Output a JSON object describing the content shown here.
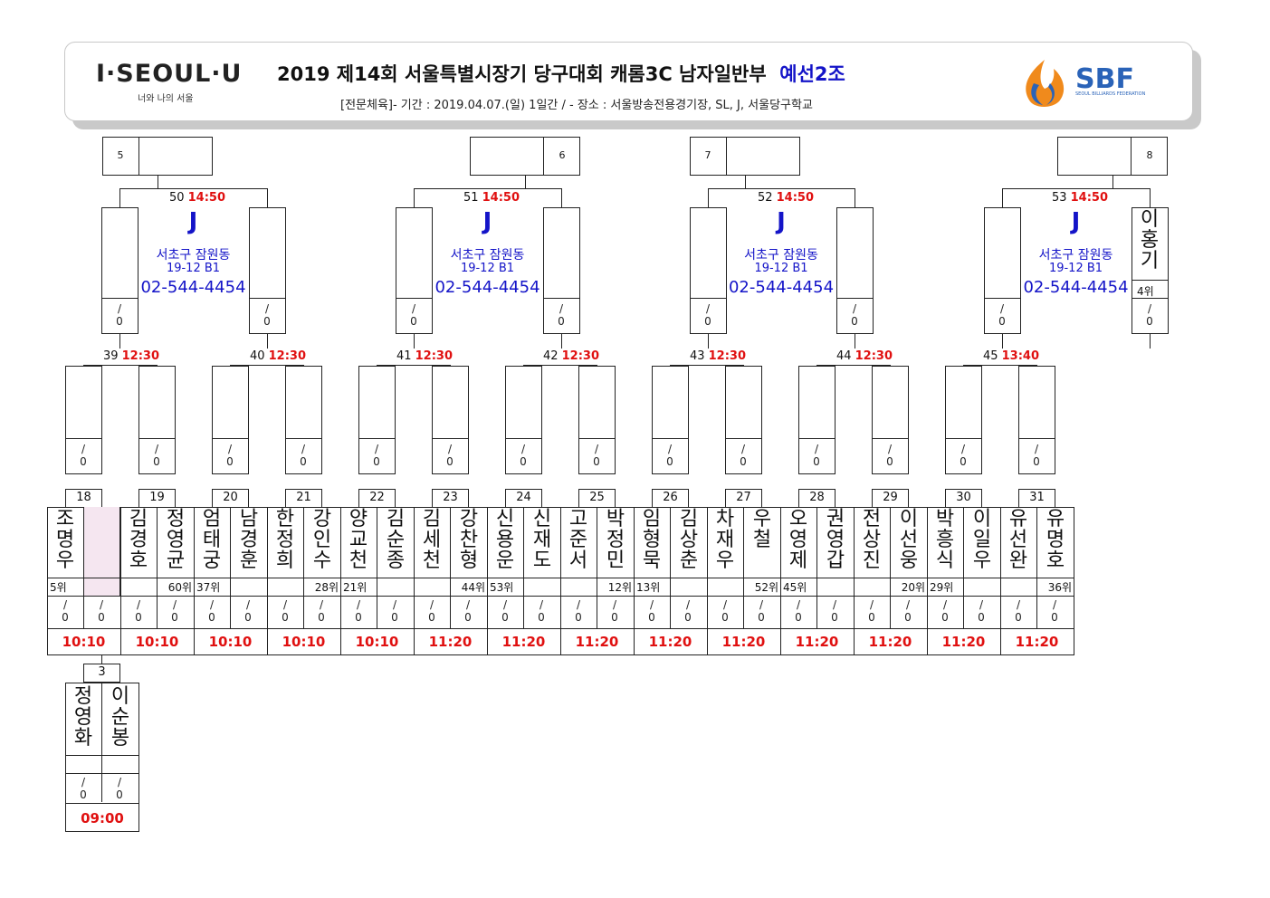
{
  "header": {
    "logo_left": "I·SEOUL·U",
    "logo_sub": "너와 나의 서울",
    "title_main": "2019  제14회  서울특별시장기  당구대회  캐롬3C  남자일반부",
    "title_group": "예선2조",
    "subinfo": "[전문체육]- 기간 : 2019.04.07.(일) 1일간 / - 장소 : 서울방송전용경기장, SL, J, 서울당구학교",
    "logo_right": "SBF",
    "logo_right_sub": "SEOUL BILLIARDS FEDERATION"
  },
  "venue": {
    "code": "J",
    "addr1": "서초구 잠원동",
    "addr2": "19-12 B1",
    "phone": "02-544-4454"
  },
  "score_text": "/ 0",
  "top_seeds": [
    "5",
    "6",
    "7",
    "8"
  ],
  "top_seed_8_player": "이홍기",
  "top_seed_8_rank": "4위",
  "round3": [
    {
      "num": "50",
      "time": "14:50"
    },
    {
      "num": "51",
      "time": "14:50"
    },
    {
      "num": "52",
      "time": "14:50"
    },
    {
      "num": "53",
      "time": "14:50"
    }
  ],
  "round2": [
    {
      "num": "39",
      "time": "12:30"
    },
    {
      "num": "40",
      "time": "12:30"
    },
    {
      "num": "41",
      "time": "12:30"
    },
    {
      "num": "42",
      "time": "12:30"
    },
    {
      "num": "43",
      "time": "12:30"
    },
    {
      "num": "44",
      "time": "12:30"
    },
    {
      "num": "45",
      "time": "13:40"
    }
  ],
  "round1": [
    {
      "num": "18",
      "p1": "조명우",
      "p2": "",
      "r1": "5위",
      "r2": "",
      "time": "10:10"
    },
    {
      "num": "19",
      "p1": "김경호",
      "p2": "정영균",
      "r1": "",
      "r2": "60위",
      "time": "10:10"
    },
    {
      "num": "20",
      "p1": "엄태궁",
      "p2": "남경훈",
      "r1": "37위",
      "r2": "",
      "time": "10:10"
    },
    {
      "num": "21",
      "p1": "한정희",
      "p2": "강인수",
      "r1": "",
      "r2": "28위",
      "time": "10:10"
    },
    {
      "num": "22",
      "p1": "양교천",
      "p2": "김순종",
      "r1": "21위",
      "r2": "",
      "time": "10:10"
    },
    {
      "num": "23",
      "p1": "김세천",
      "p2": "강찬형",
      "r1": "",
      "r2": "44위",
      "time": "11:20"
    },
    {
      "num": "24",
      "p1": "신용운",
      "p2": "신재도",
      "r1": "53위",
      "r2": "",
      "time": "11:20"
    },
    {
      "num": "25",
      "p1": "고준서",
      "p2": "박정민",
      "r1": "",
      "r2": "12위",
      "time": "11:20"
    },
    {
      "num": "26",
      "p1": "임형묵",
      "p2": "김상춘",
      "r1": "13위",
      "r2": "",
      "time": "11:20"
    },
    {
      "num": "27",
      "p1": "차재우",
      "p2": "우철",
      "r1": "",
      "r2": "52위",
      "time": "11:20"
    },
    {
      "num": "28",
      "p1": "오영제",
      "p2": "권영갑",
      "r1": "45위",
      "r2": "",
      "time": "11:20"
    },
    {
      "num": "29",
      "p1": "전상진",
      "p2": "이선웅",
      "r1": "",
      "r2": "20위",
      "time": "11:20"
    },
    {
      "num": "30",
      "p1": "박흥식",
      "p2": "이일우",
      "r1": "29위",
      "r2": "",
      "time": "11:20"
    },
    {
      "num": "31",
      "p1": "유선완",
      "p2": "유명호",
      "r1": "",
      "r2": "36위",
      "time": "11:20"
    }
  ],
  "prelim": {
    "num": "3",
    "p1": "정영화",
    "p2": "이순봉",
    "time": "09:00"
  },
  "colors": {
    "time_red": "#e01010",
    "venue_blue": "#1414c8",
    "bye_pink": "#f5e6f0"
  }
}
